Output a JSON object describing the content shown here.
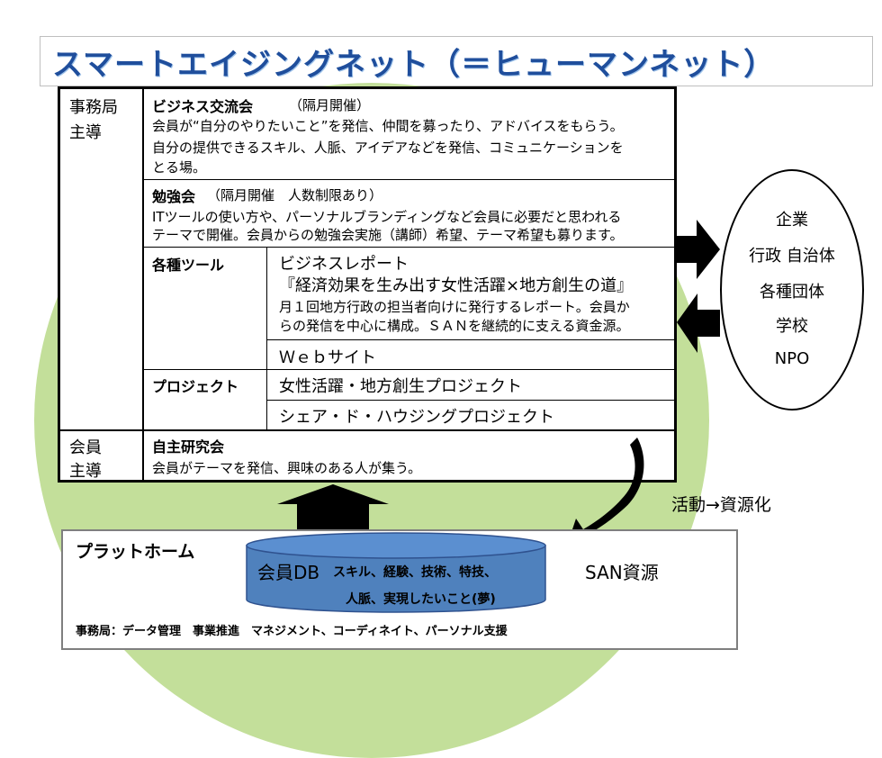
{
  "title": "スマートエイジングネット（＝ヒューマンネット）",
  "left_labels": {
    "office": [
      "事務局",
      "主導"
    ],
    "member": [
      "会員",
      "主導"
    ]
  },
  "business": {
    "heading": "ビジネス交流会",
    "freq": "（隔月開催）",
    "line1": "会員が“自分のやりたいこと”を発信、仲間を募ったり、アドバイスをもらう。",
    "line2": "自分の提供できるスキル、人脈、アイデアなどを発信、コミュニケーションを",
    "line3": "とる場。"
  },
  "study": {
    "heading": "勉強会",
    "freq": "（隔月開催　人数制限あり）",
    "line1": "ITツールの使い方や、パーソナルブランディングなど会員に必要だと思われる",
    "line2": "テーマで開催。会員からの勉強会実施（講師）希望、テーマ希望も募ります。"
  },
  "tools": {
    "heading": "各種ツール",
    "report_title": "ビジネスレポート",
    "report_name": "『経済効果を生み出す女性活躍×地方創生の道』",
    "report_desc1": "月１回地方行政の担当者向けに発行するレポート。会員か",
    "report_desc2": "らの発信を中心に構成。ＳＡＮを継続的に支える資金源。",
    "website": "Ｗｅｂサイト"
  },
  "projects": {
    "heading": "プロジェクト",
    "items": [
      "女性活躍・地方創生プロジェクト",
      "シェア・ド・ハウジングプロジェクト"
    ]
  },
  "selfstudy": {
    "heading": "自主研究会",
    "desc": "会員がテーマを発信、興味のある人が集う。"
  },
  "orgs": [
    "企業",
    "行政 自治体",
    "各種団体",
    "学校",
    "NPO"
  ],
  "activity_label": "活動→資源化",
  "san_label": "SAN資源",
  "platform": {
    "heading": "プラットホーム",
    "db_label": "会員DB",
    "db_line1": "スキル、経験、技術、特技、",
    "db_line2": "人脈、実現したいこと(夢)",
    "footer": "事務局：データ管理　事業推進　マネジメント、コーディネイト、パーソナル支援"
  },
  "colors": {
    "title": "#1f4e9c",
    "circle": "#c3df9a",
    "db_fill": "#4f81bd",
    "db_stroke": "#2f528f"
  }
}
